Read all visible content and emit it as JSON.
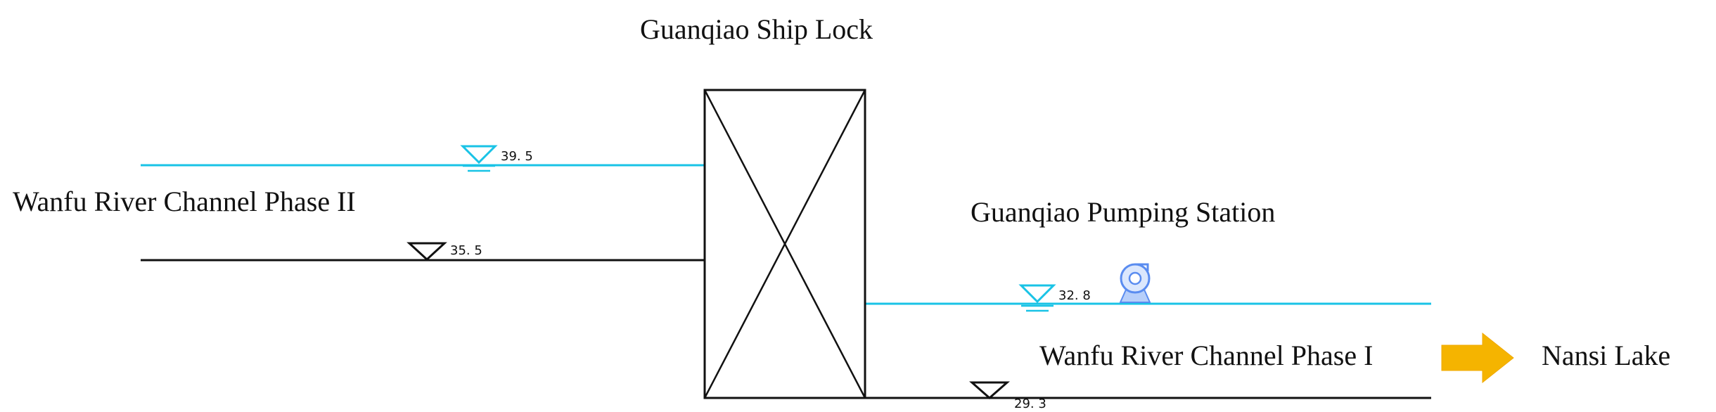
{
  "labels": {
    "ship_lock": "Guanqiao Ship Lock",
    "upstream_channel": "Wanfu River Channel Phase II",
    "pumping_station": "Guanqiao Pumping Station",
    "downstream_channel": "Wanfu River Channel Phase I",
    "destination": "Nansi Lake"
  },
  "levels": {
    "upstream_water": "39. 5",
    "upstream_bed": "35. 5",
    "downstream_water": "32. 8",
    "downstream_bed": "29. 3"
  },
  "colors": {
    "water_line": "#19c3e6",
    "bed_line": "#111111",
    "lock_outline": "#111111",
    "arrow": "#f5b400",
    "pump_icon": "#5a8cf0"
  },
  "icons": {
    "pump": "pump-icon",
    "arrow": "arrow-right-icon"
  }
}
